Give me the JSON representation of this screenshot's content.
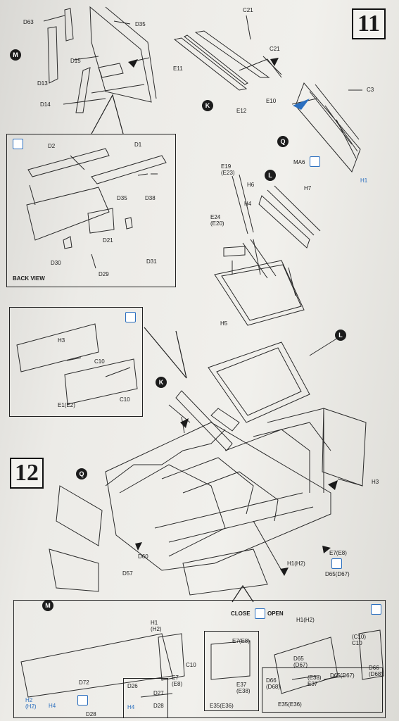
{
  "steps": {
    "step11": "11",
    "step12": "12"
  },
  "markers": {
    "M": "M",
    "K": "K",
    "Q": "Q",
    "L": "L"
  },
  "step11": {
    "part_labels": {
      "D63": "D63",
      "D35": "D35",
      "D15": "D15",
      "D13": "D13",
      "D14": "D14",
      "C21a": "C21",
      "C21b": "C21",
      "E11": "E11",
      "E12": "E12",
      "E10": "E10",
      "C3": "C3",
      "MA6": "MA6",
      "H1": "H1",
      "E19": "E19\n(E23)",
      "H6": "H6",
      "H7": "H7",
      "H4": "H4",
      "E24": "E24\n(E20)",
      "H5": "H5"
    },
    "inset": {
      "labels": {
        "D2": "D2",
        "D1": "D1",
        "D35": "D35",
        "D38": "D38",
        "D21": "D21",
        "D30": "D30",
        "D29": "D29",
        "D31": "D31"
      },
      "caption": "BACK VIEW"
    }
  },
  "step12": {
    "inset": {
      "labels": {
        "H3": "H3",
        "C10a": "C10",
        "C10b": "C10",
        "E1": "E1(E2)"
      }
    },
    "part_labels": {
      "H3": "H3",
      "E7": "E7(E8)",
      "D65": "D65(D67)",
      "H1": "H1(H2)",
      "D60": "D60",
      "D57": "D57"
    },
    "bottom": {
      "close_label": "CLOSE",
      "open_label": "OPEN",
      "labels": {
        "H1": "H1\n(H2)",
        "C10": "C10",
        "E7": "E7\n(E8)",
        "D72": "D72",
        "D26": "D26",
        "D27": "D27",
        "D28a": "D28",
        "D28b": "D28",
        "H2": "H2\n(H2)",
        "H4a": "H4",
        "H4b": "H4",
        "E7E8": "E7(E8)",
        "E37": "E37\n(E38)",
        "E35": "E35(E36)",
        "H1H2": "H1(H2)",
        "C10C10": "(C10)\nC10",
        "D65": "D65\n(D67)",
        "D66a": "D66\n(D68)",
        "E38E37": "(E38)\nE37",
        "D65D67": "D65(D67)",
        "D66b": "D66\n(D68)",
        "E35E36": "E35(E36)"
      }
    }
  }
}
